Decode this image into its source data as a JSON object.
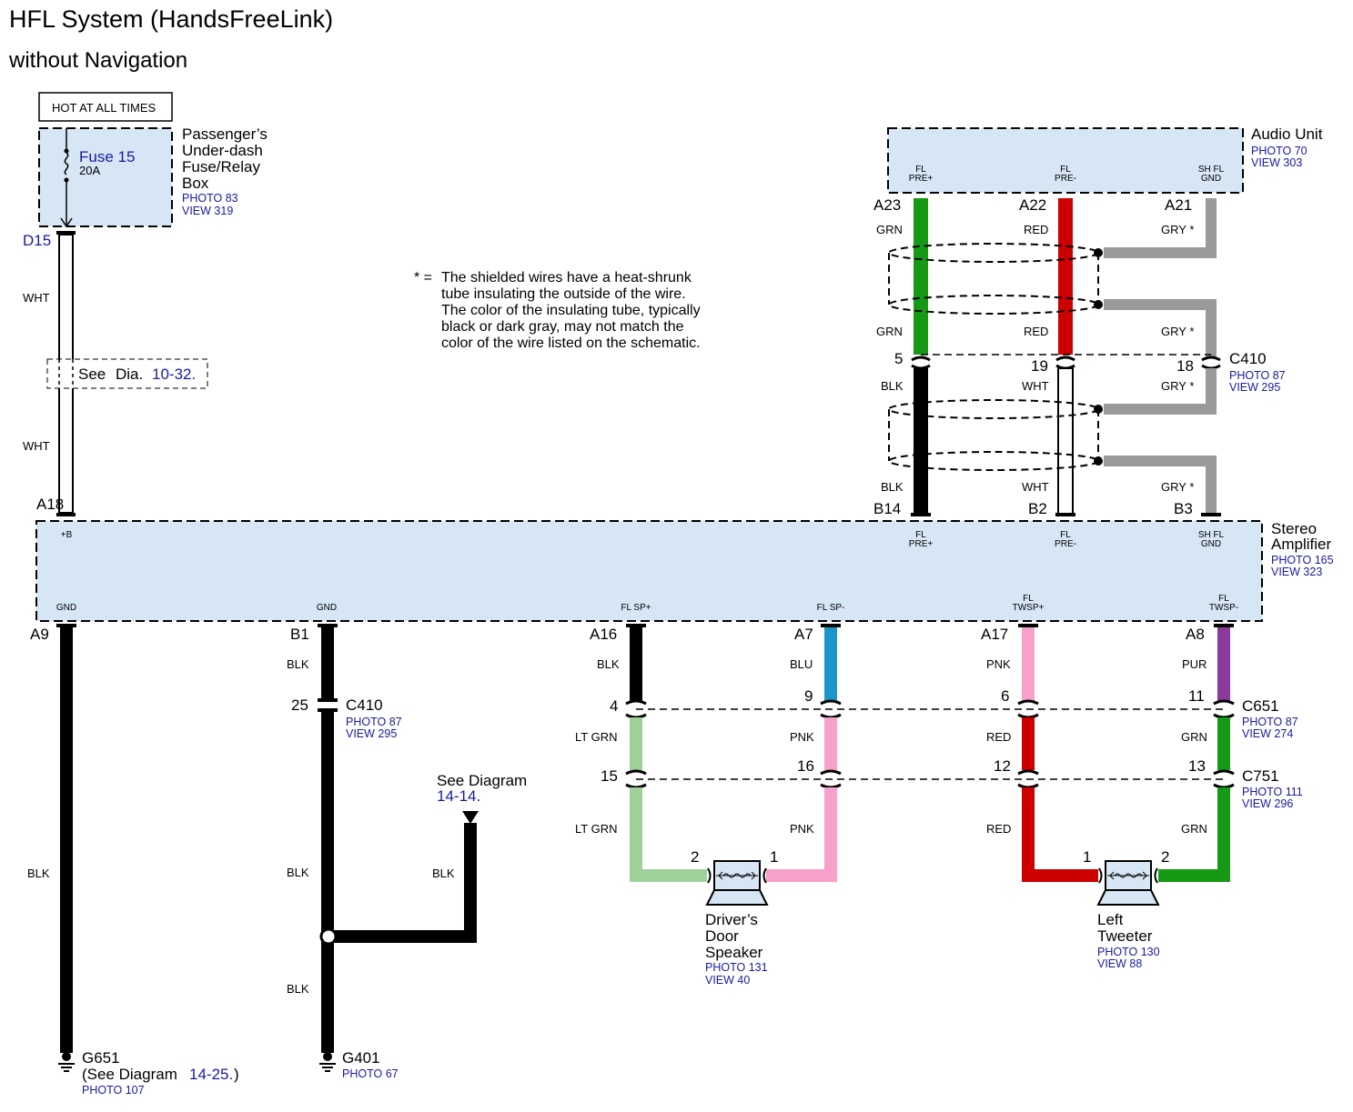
{
  "title": "HFL System (HandsFreeLink)",
  "subtitle": "without Navigation",
  "hot_label": "HOT AT ALL TIMES",
  "fuse": {
    "name": "Fuse 15",
    "rating": "20A"
  },
  "fuse_box": {
    "line1": "Passenger’s",
    "line2": "Under-dash",
    "line3": "Fuse/Relay",
    "line4": "Box",
    "photo": "PHOTO 83",
    "view": "VIEW 319",
    "terminal": "D15"
  },
  "see_dia": {
    "text1": "See",
    "text2": "Dia.",
    "ref": "10-32."
  },
  "note": {
    "lead": "* =",
    "lines": [
      "The shielded wires have a heat-shrunk",
      "tube insulating the outside of the wire.",
      "The color of the insulating tube, typically",
      "black or dark gray, may not match the",
      "color of the wire listed on the schematic."
    ]
  },
  "audio_unit": {
    "name": "Audio Unit",
    "photo": "PHOTO 70",
    "view": "VIEW 303",
    "pins": [
      {
        "l1": "FL",
        "l2": "PRE+",
        "term": "A23"
      },
      {
        "l1": "FL",
        "l2": "PRE-",
        "term": "A22"
      },
      {
        "l1": "SH FL",
        "l2": "GND",
        "term": "A21"
      }
    ]
  },
  "c410_top": {
    "name": "C410",
    "photo": "PHOTO 87",
    "view": "VIEW 295",
    "pins": [
      "5",
      "19",
      "18"
    ]
  },
  "amp": {
    "line1": "Stereo",
    "line2": "Amplifier",
    "photo": "PHOTO 165",
    "view": "VIEW 323",
    "top_pins": [
      {
        "l1": "",
        "l2": "+B",
        "term": "A18"
      },
      {
        "l1": "FL",
        "l2": "PRE+",
        "term": "B14"
      },
      {
        "l1": "FL",
        "l2": "PRE-",
        "term": "B2"
      },
      {
        "l1": "SH FL",
        "l2": "GND",
        "term": "B3"
      }
    ],
    "bottom_pins": [
      {
        "l1": "",
        "l2": "GND",
        "term": "A9"
      },
      {
        "l1": "",
        "l2": "GND",
        "term": "B1"
      },
      {
        "l1": "",
        "l2": "FL SP+",
        "term": "A16"
      },
      {
        "l1": "",
        "l2": "FL SP-",
        "term": "A7"
      },
      {
        "l1": "FL",
        "l2": "TWSP+",
        "term": "A17"
      },
      {
        "l1": "FL",
        "l2": "TWSP-",
        "term": "A8"
      }
    ]
  },
  "wire_colors": {
    "wht": "WHT",
    "grn": "GRN",
    "red": "RED",
    "gry": "GRY *",
    "blk": "BLK",
    "blu": "BLU",
    "pnk": "PNK",
    "pur": "PUR",
    "ltgrn": "LT GRN"
  },
  "c410_bottom": {
    "pin": "25",
    "name": "C410",
    "photo": "PHOTO 87",
    "view": "VIEW 295"
  },
  "c651": {
    "name": "C651",
    "photo": "PHOTO 87",
    "view": "VIEW 274",
    "pins": [
      "4",
      "9",
      "6",
      "11"
    ]
  },
  "c751": {
    "name": "C751",
    "photo": "PHOTO 111",
    "view": "VIEW 296",
    "pins": [
      "15",
      "16",
      "12",
      "13"
    ]
  },
  "see_diagram": {
    "text": "See Diagram",
    "ref": "14-14."
  },
  "driver_speaker": {
    "line1": "Driver’s",
    "line2": "Door",
    "line3": "Speaker",
    "photo": "PHOTO 131",
    "view": "VIEW 40",
    "pin_a": "2",
    "pin_b": "1"
  },
  "left_tweeter": {
    "line1": "Left",
    "line2": "Tweeter",
    "photo": "PHOTO 130",
    "view": "VIEW 88",
    "pin_a": "1",
    "pin_b": "2"
  },
  "g651": {
    "name": "G651",
    "note_pre": "(See Diagram",
    "ref": "14-25.",
    "note_post": ")",
    "photo": "PHOTO 107"
  },
  "g401": {
    "name": "G401",
    "photo": "PHOTO 67"
  },
  "colors": {
    "box_fill": "#d6e6f5",
    "blue_text": "#1a1aa0",
    "green": "#169a16",
    "red": "#cc0000",
    "gray": "#9a9a9a",
    "blue_wire": "#1a96c8",
    "pink": "#f7a0cc",
    "purple": "#8a3a9a",
    "lt_green": "#9ed09a"
  }
}
